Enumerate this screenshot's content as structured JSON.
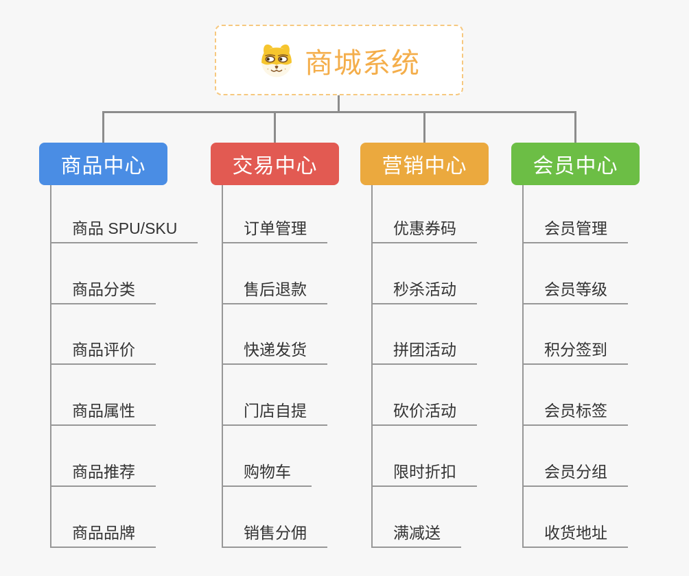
{
  "root": {
    "title": "商城系统",
    "icon": "dog-face-icon"
  },
  "branches": [
    {
      "label": "商品中心",
      "color": "#4a8de4",
      "children": [
        "商品 SPU/SKU",
        "商品分类",
        "商品评价",
        "商品属性",
        "商品推荐",
        "商品品牌"
      ]
    },
    {
      "label": "交易中心",
      "color": "#e25a52",
      "children": [
        "订单管理",
        "售后退款",
        "快递发货",
        "门店自提",
        "购物车",
        "销售分佣"
      ]
    },
    {
      "label": "营销中心",
      "color": "#eba93e",
      "children": [
        "优惠券码",
        "秒杀活动",
        "拼团活动",
        "砍价活动",
        "限时折扣",
        "满减送"
      ]
    },
    {
      "label": "会员中心",
      "color": "#6cbe45",
      "children": [
        "会员管理",
        "会员等级",
        "积分签到",
        "会员标签",
        "会员分组",
        "收货地址"
      ]
    }
  ],
  "colors": {
    "background": "#f7f7f7",
    "connector_line": "#8c8c8c",
    "child_underline": "#979797",
    "child_text": "#333333",
    "root_accent": "#f4ae4b",
    "root_border": "#f6c87f"
  }
}
